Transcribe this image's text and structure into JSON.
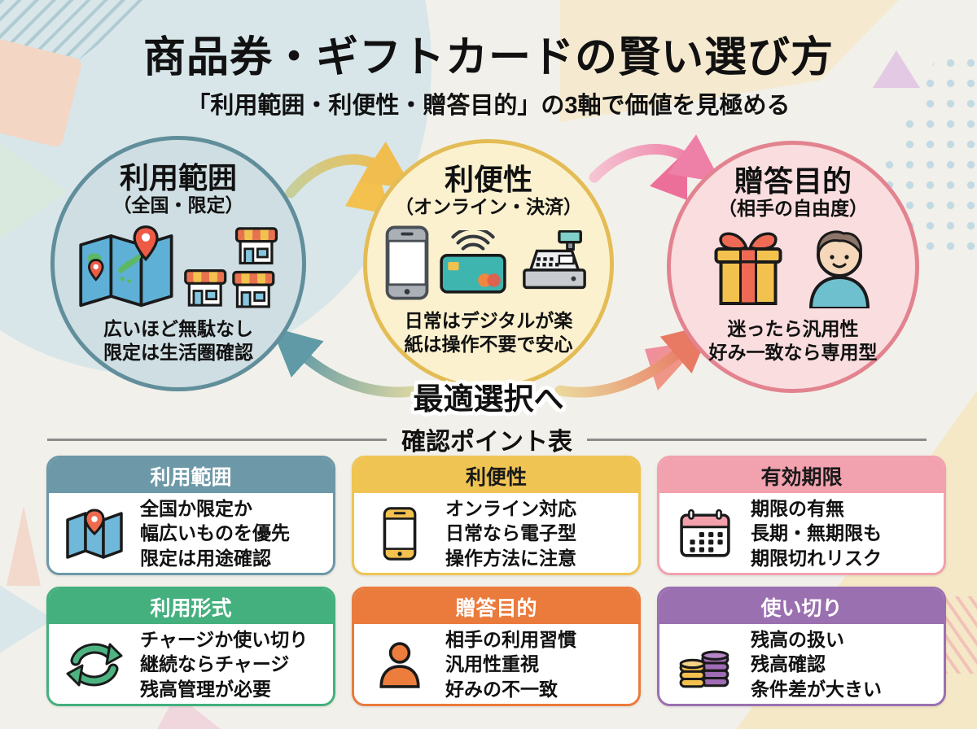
{
  "header": {
    "title": "商品券・ギフトカードの賢い選び方",
    "subtitle": "「利用範囲・利便性・贈答目的」の3軸で価値を見極める"
  },
  "diagram": {
    "center_label": "最適選択へ",
    "circles": [
      {
        "title": "利用範囲",
        "subtitle": "（全国・限定）",
        "line1": "広いほど無駄なし",
        "line2": "限定は生活圏確認",
        "fill": "#cfdee2",
        "border": "#618e9b",
        "icons": [
          "folded-map-icon",
          "storefront-icon"
        ]
      },
      {
        "title": "利便性",
        "subtitle": "（オンライン・決済）",
        "line1": "日常はデジタルが楽",
        "line2": "紙は操作不要で安心",
        "fill": "#fbf1cf",
        "border": "#e4bc55",
        "icons": [
          "smartphone-icon",
          "contactless-card-icon",
          "cash-register-icon"
        ]
      },
      {
        "title": "贈答目的",
        "subtitle": "（相手の自由度）",
        "line1": "迷ったら汎用性",
        "line2": "好み一致なら専用型",
        "fill": "#f9dddf",
        "border": "#e2838f",
        "icons": [
          "gift-box-icon",
          "person-icon"
        ]
      }
    ],
    "flow_arrows": [
      {
        "from": "利用範囲",
        "to": "利便性",
        "color": "#f0bd4e"
      },
      {
        "from": "利便性",
        "to": "贈答目的",
        "color": "#ee7fa6"
      },
      {
        "from": "最適選択へ",
        "to": "利用範囲",
        "color": "#5f9aa6"
      },
      {
        "from": "最適選択へ",
        "to": "贈答目的",
        "color": "#e87a63"
      }
    ]
  },
  "checklist": {
    "heading": "確認ポイント表",
    "cards": [
      {
        "title": "利用範囲",
        "lines": [
          "全国か限定か",
          "幅広いものを優先",
          "限定は用途確認"
        ],
        "color": "#6d98a7",
        "text_color": "#ffffff",
        "icon": "folded-map-icon"
      },
      {
        "title": "利便性",
        "lines": [
          "オンライン対応",
          "日常なら電子型",
          "操作方法に注意"
        ],
        "color": "#efc453",
        "text_color": "#1a1a1a",
        "icon": "smartphone-icon"
      },
      {
        "title": "有効期限",
        "lines": [
          "期限の有無",
          "長期・無期限も",
          "期限切れリスク"
        ],
        "color": "#f2a1ae",
        "text_color": "#1a1a1a",
        "icon": "calendar-icon"
      },
      {
        "title": "利用形式",
        "lines": [
          "チャージか使い切り",
          "継続ならチャージ",
          "残高管理が必要"
        ],
        "color": "#44b07e",
        "text_color": "#ffffff",
        "icon": "recycle-arrows-icon"
      },
      {
        "title": "贈答目的",
        "lines": [
          "相手の利用習慣",
          "汎用性重視",
          "好みの不一致"
        ],
        "color": "#ea7b3d",
        "text_color": "#ffffff",
        "icon": "person-icon"
      },
      {
        "title": "使い切り",
        "lines": [
          "残高の扱い",
          "残高確認",
          "条件差が大きい"
        ],
        "color": "#9b70b1",
        "text_color": "#ffffff",
        "icon": "coin-stacks-icon"
      }
    ]
  }
}
